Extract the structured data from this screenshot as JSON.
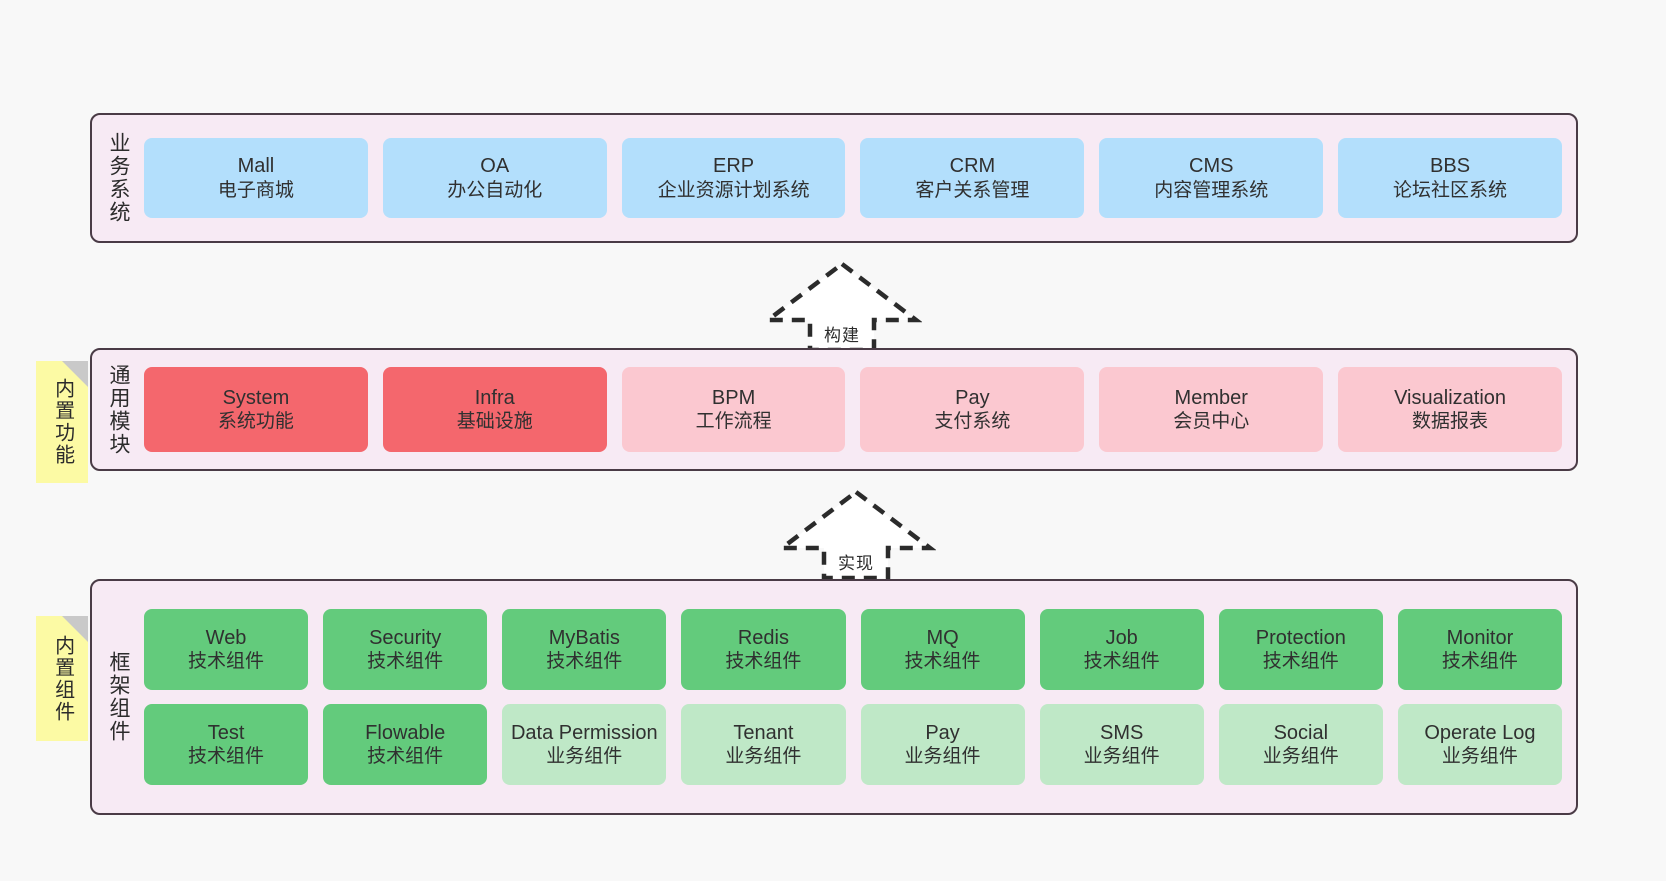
{
  "diagram": {
    "background_color": "#f8f8f8",
    "panel_color": "#f7eaf4",
    "panel_border_color": "#4a3b46",
    "note_color": "#fcfaa4"
  },
  "layers": [
    {
      "name": "business-system",
      "label": "业务系统",
      "note": null,
      "rows": [
        {
          "cards": [
            {
              "title": "Mall",
              "subtitle": "电子商城",
              "color": "#b3dffc",
              "style": "blue"
            },
            {
              "title": "OA",
              "subtitle": "办公自动化",
              "color": "#b3dffc",
              "style": "blue"
            },
            {
              "title": "ERP",
              "subtitle": "企业资源计划系统",
              "color": "#b3dffc",
              "style": "blue"
            },
            {
              "title": "CRM",
              "subtitle": "客户关系管理",
              "color": "#b3dffc",
              "style": "blue"
            },
            {
              "title": "CMS",
              "subtitle": "内容管理系统",
              "color": "#b3dffc",
              "style": "blue"
            },
            {
              "title": "BBS",
              "subtitle": "论坛社区系统",
              "color": "#b3dffc",
              "style": "blue"
            }
          ]
        }
      ]
    },
    {
      "name": "common-module",
      "label": "通用模块",
      "note": "内置功能",
      "rows": [
        {
          "cards": [
            {
              "title": "System",
              "subtitle": "系统功能",
              "color": "#f4676d",
              "style": "red"
            },
            {
              "title": "Infra",
              "subtitle": "基础设施",
              "color": "#f4676d",
              "style": "red"
            },
            {
              "title": "BPM",
              "subtitle": "工作流程",
              "color": "#fbc8d0",
              "style": "pink"
            },
            {
              "title": "Pay",
              "subtitle": "支付系统",
              "color": "#fbc8d0",
              "style": "pink"
            },
            {
              "title": "Member",
              "subtitle": "会员中心",
              "color": "#fbc8d0",
              "style": "pink"
            },
            {
              "title": "Visualization",
              "subtitle": "数据报表",
              "color": "#fbc8d0",
              "style": "pink"
            }
          ]
        }
      ]
    },
    {
      "name": "framework-component",
      "label": "框架组件",
      "note": "内置组件",
      "rows": [
        {
          "cards": [
            {
              "title": "Web",
              "subtitle": "技术组件",
              "color": "#63cb7c",
              "style": "green"
            },
            {
              "title": "Security",
              "subtitle": "技术组件",
              "color": "#63cb7c",
              "style": "green"
            },
            {
              "title": "MyBatis",
              "subtitle": "技术组件",
              "color": "#63cb7c",
              "style": "green"
            },
            {
              "title": "Redis",
              "subtitle": "技术组件",
              "color": "#63cb7c",
              "style": "green"
            },
            {
              "title": "MQ",
              "subtitle": "技术组件",
              "color": "#63cb7c",
              "style": "green"
            },
            {
              "title": "Job",
              "subtitle": "技术组件",
              "color": "#63cb7c",
              "style": "green"
            },
            {
              "title": "Protection",
              "subtitle": "技术组件",
              "color": "#63cb7c",
              "style": "green"
            },
            {
              "title": "Monitor",
              "subtitle": "技术组件",
              "color": "#63cb7c",
              "style": "green"
            }
          ]
        },
        {
          "cards": [
            {
              "title": "Test",
              "subtitle": "技术组件",
              "color": "#63cb7c",
              "style": "green"
            },
            {
              "title": "Flowable",
              "subtitle": "技术组件",
              "color": "#63cb7c",
              "style": "green"
            },
            {
              "title": "Data Permission",
              "subtitle": "业务组件",
              "color": "#bfe8c7",
              "style": "lightgreen"
            },
            {
              "title": "Tenant",
              "subtitle": "业务组件",
              "color": "#bfe8c7",
              "style": "lightgreen"
            },
            {
              "title": "Pay",
              "subtitle": "业务组件",
              "color": "#bfe8c7",
              "style": "lightgreen"
            },
            {
              "title": "SMS",
              "subtitle": "业务组件",
              "color": "#bfe8c7",
              "style": "lightgreen"
            },
            {
              "title": "Social",
              "subtitle": "业务组件",
              "color": "#bfe8c7",
              "style": "lightgreen"
            },
            {
              "title": "Operate Log",
              "subtitle": "业务组件",
              "color": "#bfe8c7",
              "style": "lightgreen"
            }
          ]
        }
      ]
    }
  ],
  "connectors": [
    {
      "name": "build-arrow",
      "label": "构建",
      "direction": "up"
    },
    {
      "name": "implement-arrow",
      "label": "实现",
      "direction": "up"
    }
  ]
}
